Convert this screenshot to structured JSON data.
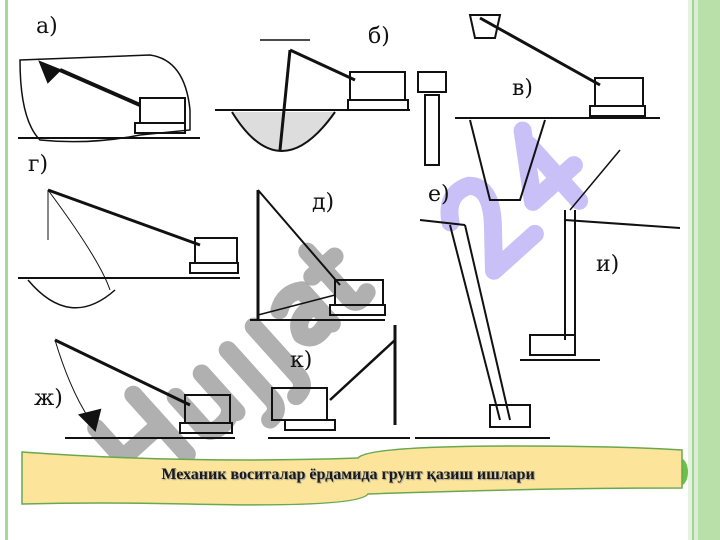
{
  "slide": {
    "figure_labels": [
      "а)",
      "б)",
      "в)",
      "г)",
      "д)",
      "е)",
      "и)",
      "ж)",
      "к)"
    ],
    "caption": "Механик воситалар ёрдамида грунт қазиш ишлари",
    "watermark": "Hujjat 24"
  },
  "colors": {
    "border_green": "#a3d38f",
    "caption_fill": "#fce59a",
    "caption_stroke": "#6aa84f",
    "watermark_grey": "#8f8f8f",
    "watermark_purple": "#9b8cf0"
  }
}
